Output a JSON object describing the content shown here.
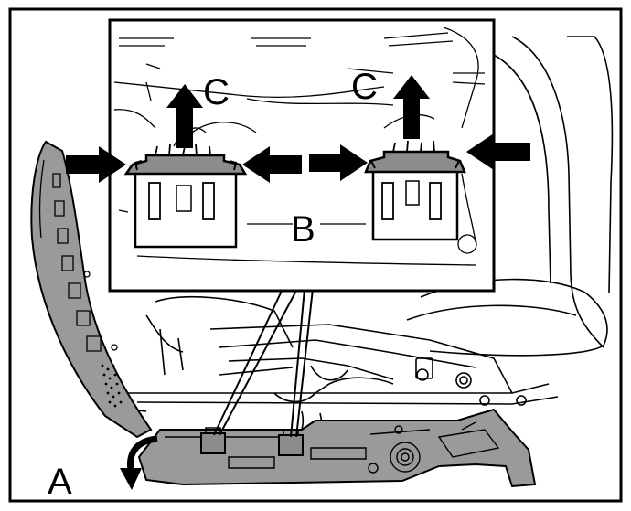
{
  "figure": {
    "labels": {
      "a": "A",
      "b": "B",
      "c_left": "C",
      "c_right": "C"
    },
    "colors": {
      "line": "#000000",
      "part_fill": "#9a9a9a",
      "connector_fill": "#8c8c8c",
      "background": "#ffffff"
    }
  }
}
